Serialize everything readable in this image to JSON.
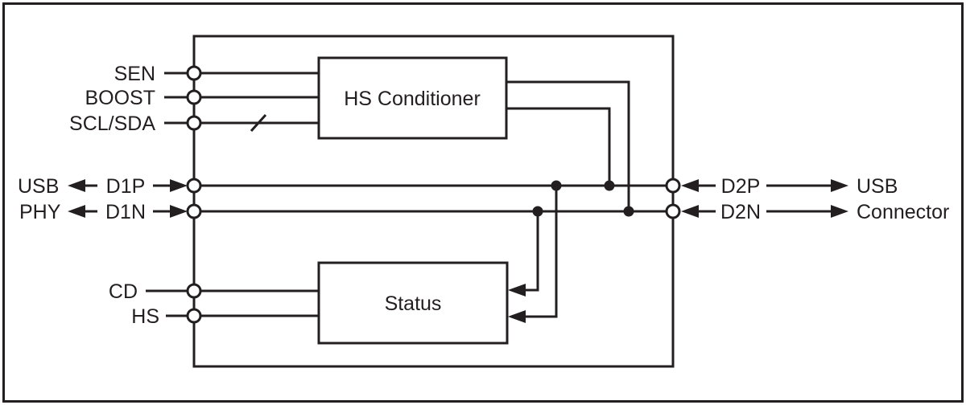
{
  "diagram": {
    "blocks": {
      "hs_conditioner": "HS Conditioner",
      "status": "Status"
    },
    "left_pins": {
      "sen": "SEN",
      "boost": "BOOST",
      "scl_sda": "SCL/SDA",
      "d1p": "D1P",
      "d1n": "D1N",
      "cd": "CD",
      "hs": "HS"
    },
    "right_pins": {
      "d2p": "D2P",
      "d2n": "D2N"
    },
    "external": {
      "left_line1": "USB",
      "left_line2": "PHY",
      "right_line1": "USB",
      "right_line2": "Connector"
    },
    "colors": {
      "line": "#231f20",
      "background": "#ffffff"
    }
  }
}
